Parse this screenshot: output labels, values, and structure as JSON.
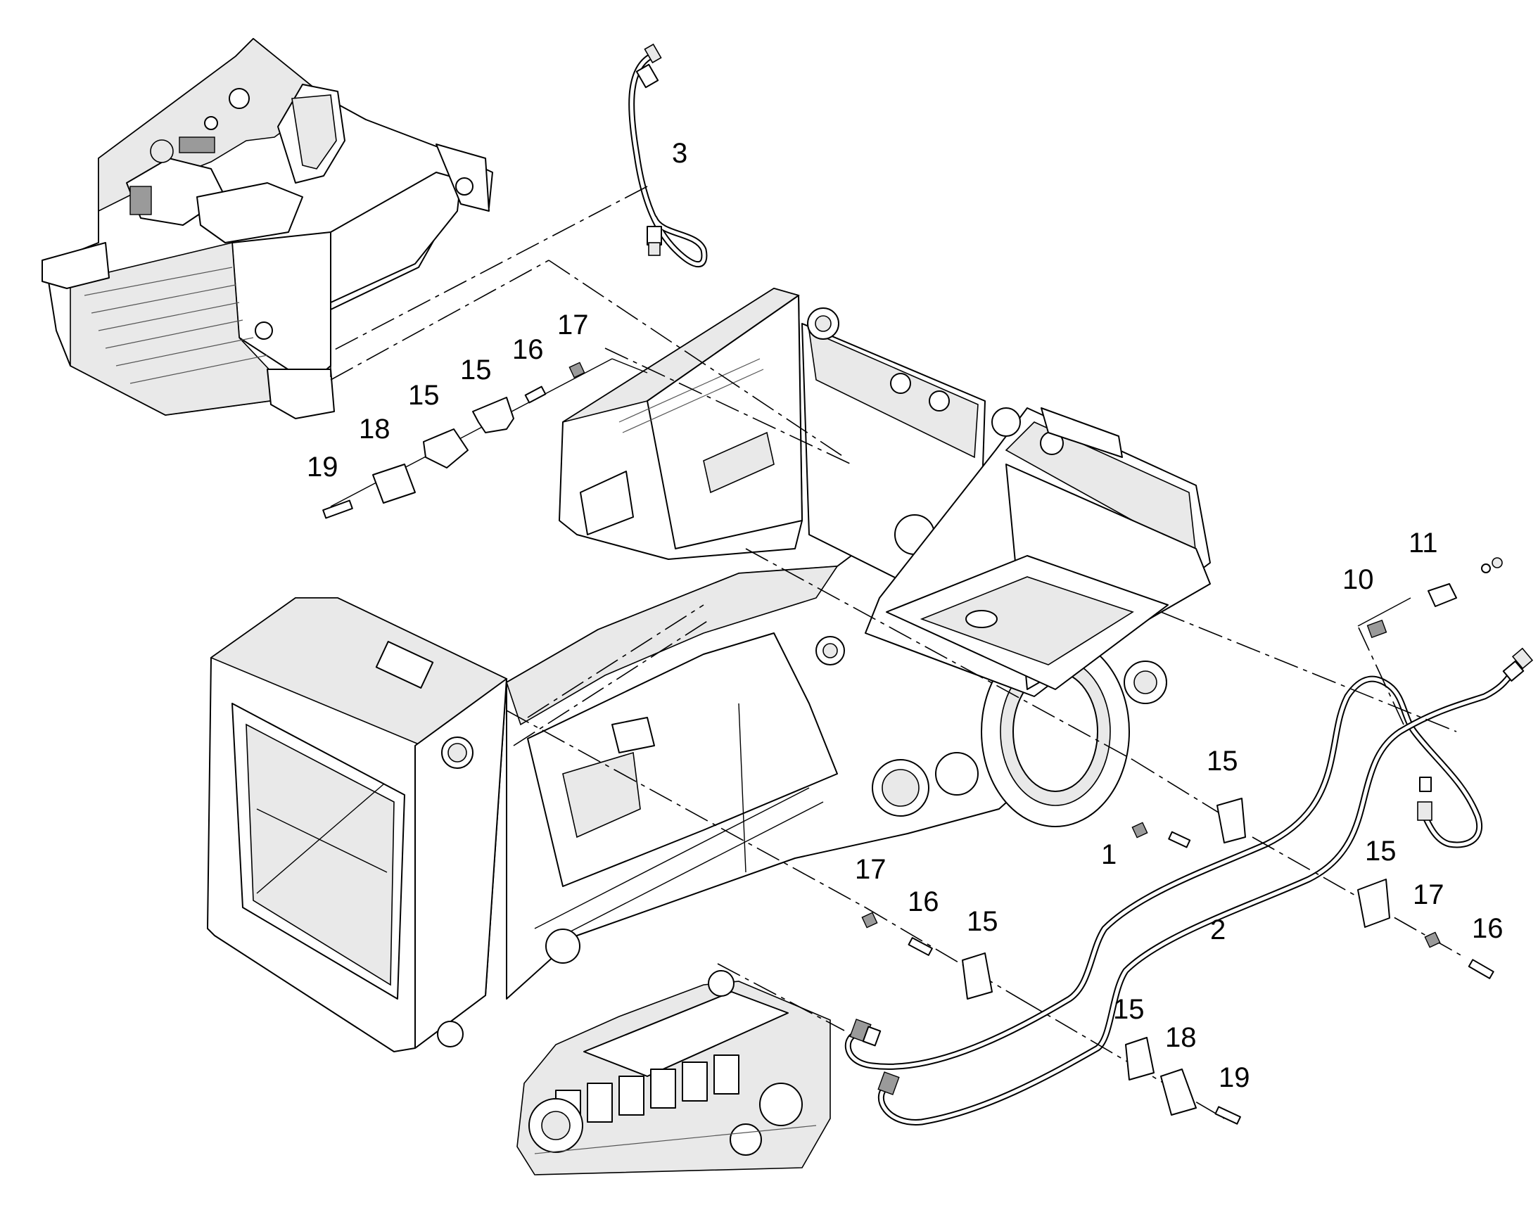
{
  "callouts": [
    {
      "id": "c-3",
      "label": "3"
    },
    {
      "id": "c-17-top",
      "label": "17"
    },
    {
      "id": "c-16-top",
      "label": "16"
    },
    {
      "id": "c-15-top-a",
      "label": "15"
    },
    {
      "id": "c-15-top-b",
      "label": "15"
    },
    {
      "id": "c-18-top",
      "label": "18"
    },
    {
      "id": "c-19-top",
      "label": "19"
    },
    {
      "id": "c-11",
      "label": "11"
    },
    {
      "id": "c-10",
      "label": "10"
    },
    {
      "id": "c-15-right",
      "label": "15"
    },
    {
      "id": "c-1",
      "label": "1"
    },
    {
      "id": "c-15-mid-right",
      "label": "15"
    },
    {
      "id": "c-17-right",
      "label": "17"
    },
    {
      "id": "c-16-right",
      "label": "16"
    },
    {
      "id": "c-2",
      "label": "2"
    },
    {
      "id": "c-17-low",
      "label": "17"
    },
    {
      "id": "c-16-low",
      "label": "16"
    },
    {
      "id": "c-15-low",
      "label": "15"
    },
    {
      "id": "c-15-bottom",
      "label": "15"
    },
    {
      "id": "c-18-bottom",
      "label": "18"
    },
    {
      "id": "c-19-bottom",
      "label": "19"
    }
  ],
  "colors": {
    "line": "#000000",
    "background": "#ffffff",
    "shade": "#e9e9e9"
  }
}
